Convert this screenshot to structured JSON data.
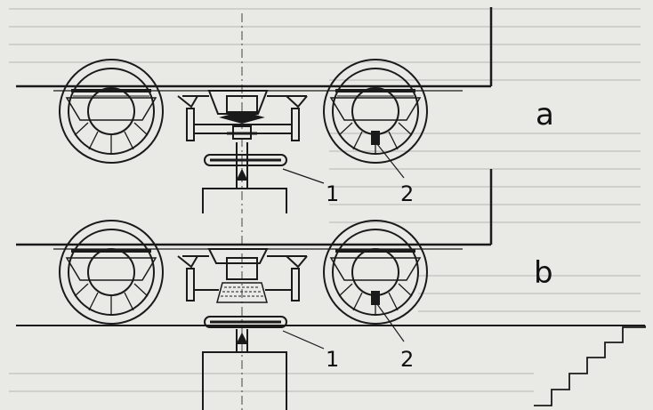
{
  "panels": [
    {
      "letter": "a",
      "callouts": [
        "1",
        "2"
      ]
    },
    {
      "letter": "b",
      "callouts": [
        "1",
        "2"
      ]
    }
  ],
  "colors": {
    "paper": "#e9e9e6",
    "ink": "#1a1a1a",
    "bleed_text": "#c8c8c4"
  }
}
